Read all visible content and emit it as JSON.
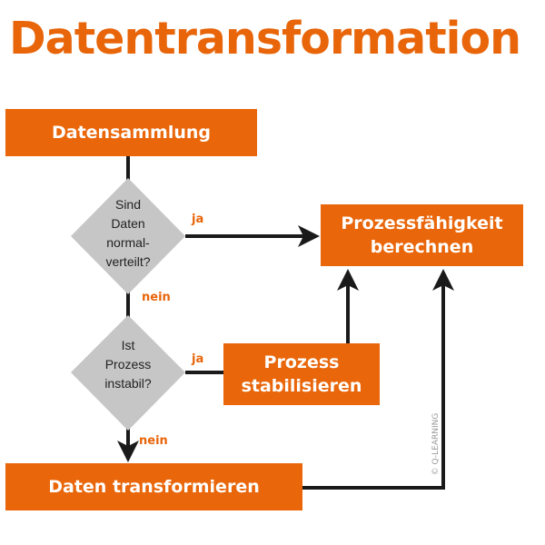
{
  "title": "Datentransformation",
  "nodes": {
    "collect": "Datensammlung",
    "q_normal": [
      "Sind",
      "Daten",
      "normal-",
      "verteilt?"
    ],
    "capability": [
      "Prozessfähigkeit",
      "berechnen"
    ],
    "q_unstable": [
      "Ist",
      "Prozess",
      "instabil?"
    ],
    "stabilize": [
      "Prozess",
      "stabilisieren"
    ],
    "transform": "Daten transformieren"
  },
  "edges": {
    "yes1": "ja",
    "no1": "nein",
    "yes2": "ja",
    "no2": "nein"
  },
  "watermark": "© Q-LEARNING",
  "colors": {
    "accent": "#e9660a",
    "decision": "#c6c6c6",
    "line": "#1a1a1a"
  }
}
